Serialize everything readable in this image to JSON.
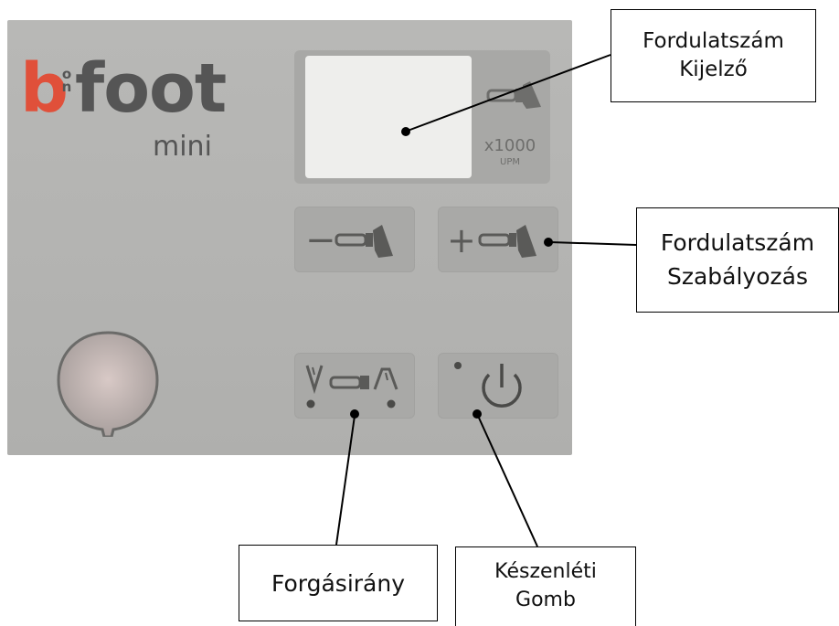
{
  "logo": {
    "b": "b",
    "on_top": "o",
    "on_bottom": "n",
    "foot": "foot",
    "mini": "mini"
  },
  "display": {
    "multiplier": "x1000",
    "unit": "UPM"
  },
  "buttons": {
    "speed_down_sign": "−",
    "speed_up_sign": "+"
  },
  "callouts": {
    "display": {
      "line1": "Fordulatszám",
      "line2": "Kijelző"
    },
    "speed_control": {
      "line1": "Fordulatszám",
      "line2": "Szabályozás"
    },
    "direction": {
      "line1": "Forgásirány"
    },
    "standby": {
      "line1": "Készenléti",
      "line2": "Gomb"
    }
  },
  "colors": {
    "panel": "#b5b5b3",
    "brand_accent": "#e0503a",
    "logo_text": "#555555"
  }
}
